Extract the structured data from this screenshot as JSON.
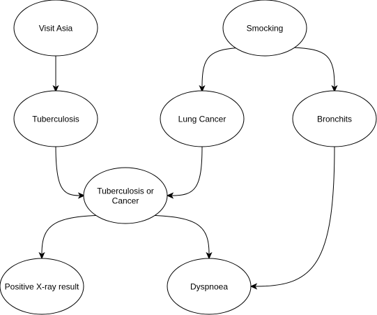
{
  "diagram": {
    "nodes": {
      "visit_asia": {
        "label": "Visit Asia"
      },
      "smocking": {
        "label": "Smocking"
      },
      "tuberculosis": {
        "label": "Tuberculosis"
      },
      "lung_cancer": {
        "label": "Lung Cancer"
      },
      "bronchits": {
        "label": "Bronchits"
      },
      "tb_or_cancer": {
        "label_line1": "Tuberculosis or",
        "label_line2": "Cancer"
      },
      "xray": {
        "label": "Positive X-ray result"
      },
      "dyspnoea": {
        "label": "Dyspnoea"
      }
    },
    "edges": [
      {
        "from": "Visit Asia",
        "to": "Tuberculosis"
      },
      {
        "from": "Smocking",
        "to": "Lung Cancer"
      },
      {
        "from": "Smocking",
        "to": "Bronchits"
      },
      {
        "from": "Tuberculosis",
        "to": "Tuberculosis or Cancer"
      },
      {
        "from": "Lung Cancer",
        "to": "Tuberculosis or Cancer"
      },
      {
        "from": "Tuberculosis or Cancer",
        "to": "Positive X-ray result"
      },
      {
        "from": "Tuberculosis or Cancer",
        "to": "Dyspnoea"
      },
      {
        "from": "Bronchits",
        "to": "Dyspnoea"
      }
    ]
  }
}
